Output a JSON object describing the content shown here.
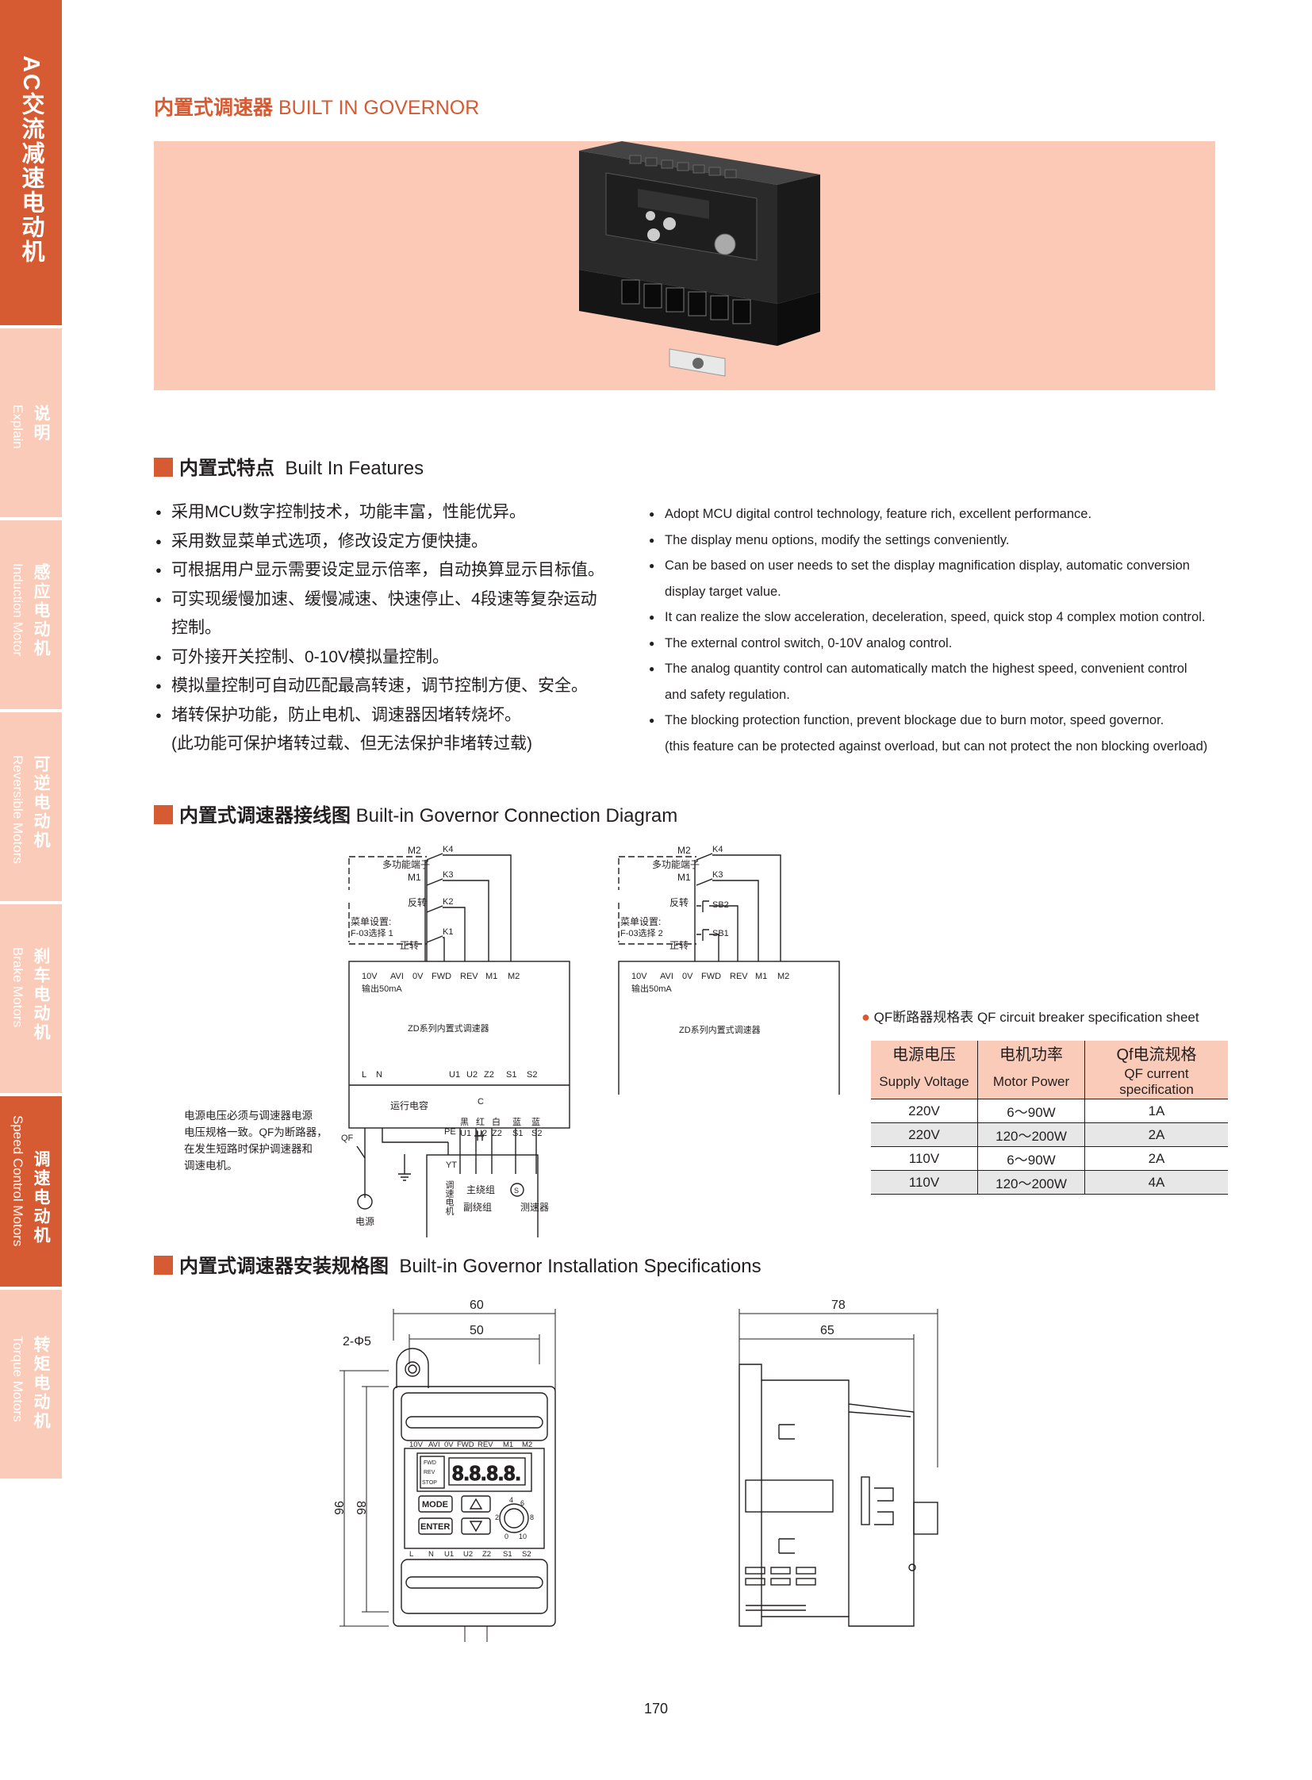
{
  "sidebar": {
    "main": "AC交流减速电动机",
    "tabs": [
      {
        "zh": "说明",
        "en": "Explain"
      },
      {
        "zh": "感应电动机",
        "en": "Induction Motor"
      },
      {
        "zh": "可逆电动机",
        "en": "Reversible Motors"
      },
      {
        "zh": "刹车电动机",
        "en": "Brake Motors"
      },
      {
        "zh": "调速电动机",
        "en": "Speed Control Motors"
      },
      {
        "zh": "转矩电动机",
        "en": "Torque Motors"
      }
    ]
  },
  "title": {
    "zh": "内置式调速器",
    "en": "BUILT IN GOVERNOR"
  },
  "features": {
    "heading_zh": "内置式特点",
    "heading_en": "Built In Features",
    "zh": [
      "采用MCU数字控制技术，功能丰富，性能优异。",
      "采用数显菜单式选项，修改设定方便快捷。",
      "可根据用户显示需要设定显示倍率，自动换算显示目标值。",
      "可实现缓慢加速、缓慢减速、快速停止、4段速等复杂运动",
      "控制。",
      "可外接开关控制、0-10V模拟量控制。",
      "模拟量控制可自动匹配最高转速，调节控制方便、安全。",
      "堵转保护功能，防止电机、调速器因堵转烧坏。",
      "(此功能可保护堵转过载、但无法保护非堵转过载)"
    ],
    "en": [
      "Adopt MCU digital control technology, feature rich, excellent performance.",
      "The display menu options, modify the settings conveniently.",
      "Can be based on user needs to set the display magnification display, automatic conversion",
      "display target value.",
      "It can realize the slow acceleration, deceleration, speed, quick stop 4 complex motion control.",
      "The external control switch, 0-10V analog control.",
      "The analog quantity control can automatically match the highest speed, convenient control",
      "and safety regulation.",
      "The blocking protection function, prevent blockage due to burn motor, speed governor.",
      "(this feature can be protected against overload, but can not protect the non blocking overload)"
    ]
  },
  "connection": {
    "heading_zh": "内置式调速器接线图",
    "heading_en": "Built-in Governor Connection Diagram",
    "multi_func": "多功能端子",
    "menu_set": "菜单设置:",
    "f03_1": "F-03选择 1",
    "f03_2": "F-03选择 2",
    "reverse": "反转",
    "forward": "正转",
    "m1": "M1",
    "m2": "M2",
    "k1": "K1",
    "k2": "K2",
    "k3": "K3",
    "k4": "K4",
    "sb1": "SB1",
    "sb2": "SB2",
    "terminals_top": [
      "10V",
      "AVI",
      "0V",
      "FWD",
      "REV",
      "M1",
      "M2"
    ],
    "output": "输出50mA",
    "governor_name": "ZD系列内置式调速器",
    "terminals_bottom": [
      "L",
      "N",
      "U1",
      "U2",
      "Z2",
      "S1",
      "S2"
    ],
    "run_cap": "运行电容",
    "c": "C",
    "pe": "PE",
    "colors": [
      "黑",
      "红",
      "白",
      "蓝",
      "蓝"
    ],
    "motor_terms": [
      "U1",
      "U2",
      "Z2",
      "S1",
      "S2"
    ],
    "yt": "YT",
    "motor_zh": "调速电机",
    "main_winding": "主绕组",
    "aux_winding": "副绕组",
    "tacho": "测速器",
    "s": "S",
    "power": "电源",
    "qf": "QF",
    "note": [
      "电源电压必须与调速器电源",
      "电压规格一致。QF为断路器，",
      "在发生短路时保护调速器和",
      "调速电机。"
    ]
  },
  "qf_table": {
    "title": "QF断路器规格表 QF circuit breaker specification sheet",
    "headers_zh": [
      "电源电压",
      "电机功率",
      "Qf电流规格"
    ],
    "headers_en": [
      "Supply Voltage",
      "Motor Power",
      "QF current specification"
    ],
    "rows": [
      [
        "220V",
        "6～90W",
        "1A"
      ],
      [
        "220V",
        "120～200W",
        "2A"
      ],
      [
        "110V",
        "6～90W",
        "2A"
      ],
      [
        "110V",
        "120～200W",
        "4A"
      ]
    ]
  },
  "installation": {
    "heading_zh": "内置式调速器安装规格图",
    "heading_en": "Built-in Governor Installation Specifications",
    "dims": {
      "w60": "60",
      "w50": "50",
      "h96": "96",
      "h86": "86",
      "hole": "2-Φ5",
      "w78": "78",
      "w65": "65"
    },
    "front_top": [
      "10V",
      "AVI",
      "0V",
      "FWD",
      "REV",
      "M1",
      "M2"
    ],
    "front_bottom": [
      "L",
      "N",
      "U1",
      "U2",
      "Z2",
      "S1",
      "S2"
    ],
    "ind": [
      "FWD",
      "REV",
      "STOP"
    ],
    "mode": "MODE",
    "enter": "ENTER",
    "dial": [
      "4",
      "6",
      "2",
      "8",
      "0",
      "10"
    ],
    "display": "8.8.8.8."
  },
  "page_number": "170"
}
